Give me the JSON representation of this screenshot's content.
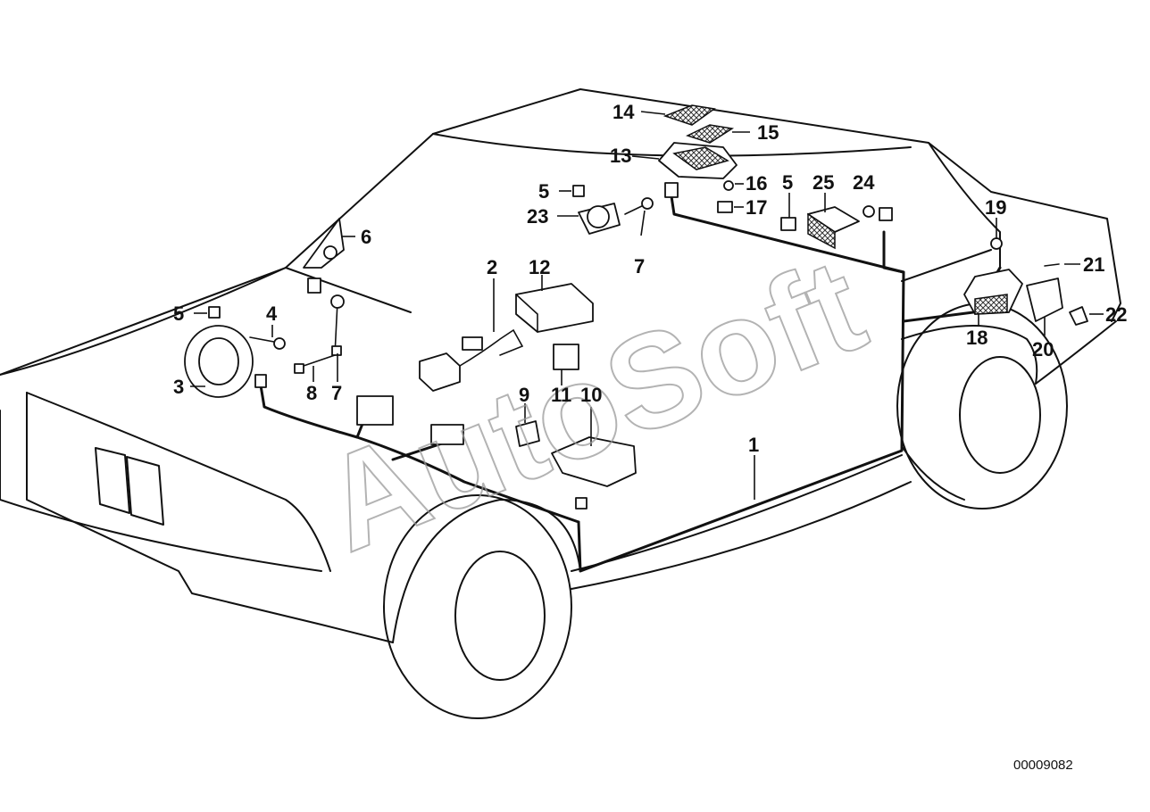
{
  "diagram": {
    "callouts": [
      {
        "id": "c14",
        "text": "14"
      },
      {
        "id": "c15",
        "text": "15"
      },
      {
        "id": "c13",
        "text": "13"
      },
      {
        "id": "c16",
        "text": "16"
      },
      {
        "id": "c17",
        "text": "17"
      },
      {
        "id": "c5a",
        "text": "5"
      },
      {
        "id": "c5b",
        "text": "5"
      },
      {
        "id": "c25",
        "text": "25"
      },
      {
        "id": "c24",
        "text": "24"
      },
      {
        "id": "c19",
        "text": "19"
      },
      {
        "id": "c6",
        "text": "6"
      },
      {
        "id": "c23",
        "text": "23"
      },
      {
        "id": "c7a",
        "text": "7"
      },
      {
        "id": "c2",
        "text": "2"
      },
      {
        "id": "c12",
        "text": "12"
      },
      {
        "id": "c21",
        "text": "21"
      },
      {
        "id": "c22",
        "text": "22"
      },
      {
        "id": "c5c",
        "text": "5"
      },
      {
        "id": "c4",
        "text": "4"
      },
      {
        "id": "c3",
        "text": "3"
      },
      {
        "id": "c8",
        "text": "8"
      },
      {
        "id": "c7b",
        "text": "7"
      },
      {
        "id": "c18",
        "text": "18"
      },
      {
        "id": "c20",
        "text": "20"
      },
      {
        "id": "c9",
        "text": "9"
      },
      {
        "id": "c11",
        "text": "11"
      },
      {
        "id": "c10",
        "text": "10"
      },
      {
        "id": "c1",
        "text": "1"
      }
    ],
    "watermark": "AutoSoft",
    "document_number": "00009082"
  }
}
